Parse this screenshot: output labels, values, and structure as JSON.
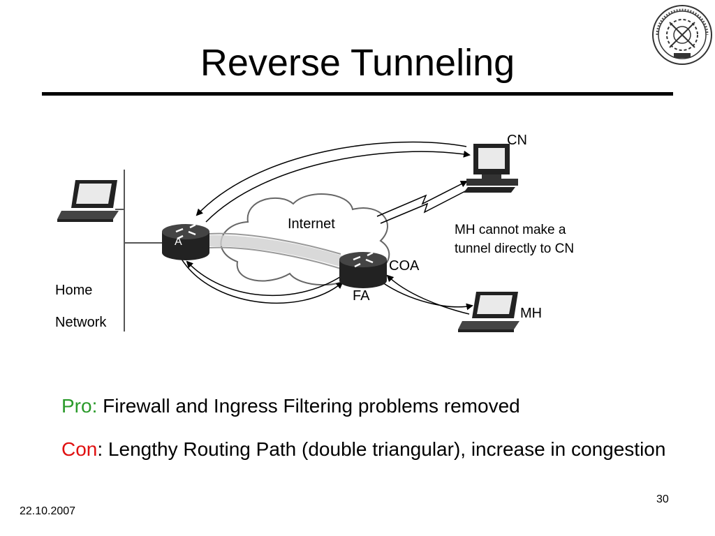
{
  "slide": {
    "title": "Reverse Tunneling",
    "page_number": "30",
    "date": "22.10.2007"
  },
  "diagram": {
    "cn_label": "CN",
    "internet_label": "Internet",
    "coa_label": "COA",
    "fa_label": "FA",
    "mh_label": "MH",
    "ha_label": "A",
    "home_network_line1": "Home",
    "home_network_line2": "Network",
    "note_line1": "MH cannot make a",
    "note_line2": "tunnel directly to CN"
  },
  "points": {
    "pro_keyword": "Pro:",
    "pro_text": " Firewall and Ingress Filtering problems removed",
    "con_keyword": "Con",
    "con_text": ": Lengthy Routing Path (double triangular), increase in congestion"
  },
  "colors": {
    "pro": "#2a9a2a",
    "con": "#e01010"
  }
}
